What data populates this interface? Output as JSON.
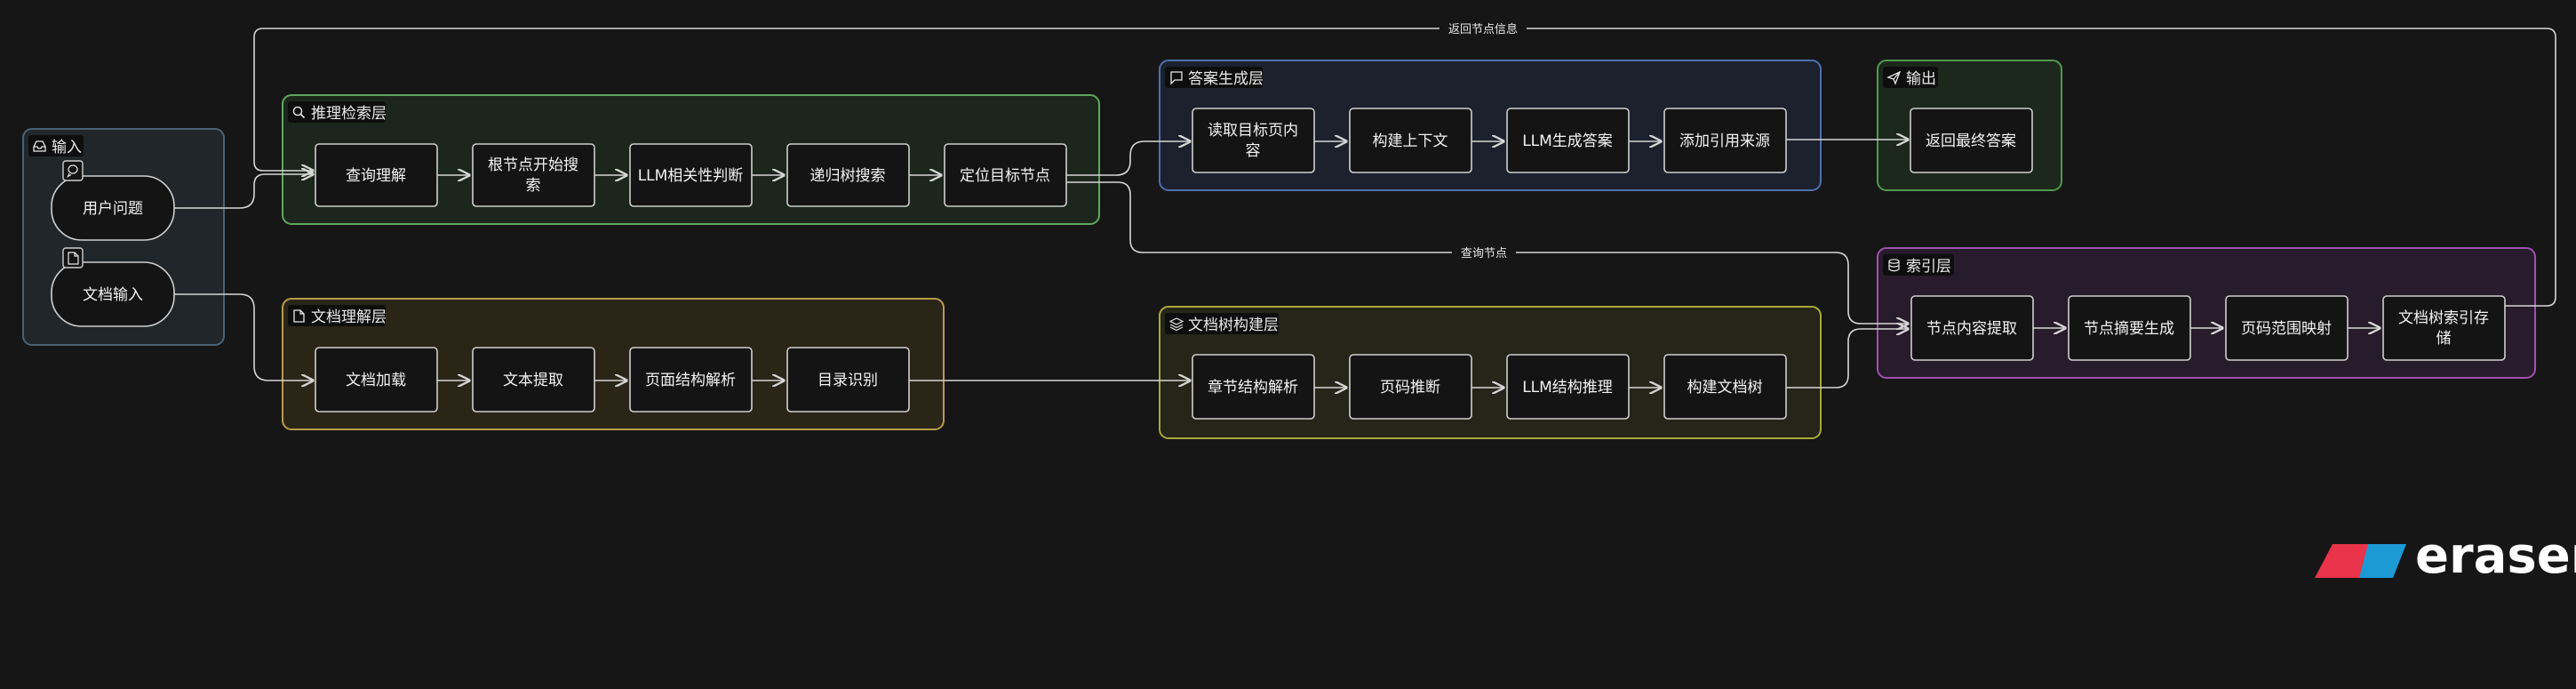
{
  "groups": {
    "input": {
      "title": "输入",
      "nodes": {
        "user_question": "用户问题",
        "doc_input": "文档输入"
      }
    },
    "reasoning": {
      "title": "推理检索层",
      "nodes": {
        "query_understand": "查询理解",
        "root_search": "根节点开始搜索",
        "llm_relevance": "LLM相关性判断",
        "recursive_search": "递归树搜索",
        "locate_node": "定位目标节点"
      }
    },
    "doc_understand": {
      "title": "文档理解层",
      "nodes": {
        "doc_load": "文档加载",
        "text_extract": "文本提取",
        "page_structure": "页面结构解析",
        "toc_detect": "目录识别"
      }
    },
    "answer_gen": {
      "title": "答案生成层",
      "nodes": {
        "read_page": "读取目标页内容",
        "build_context": "构建上下文",
        "llm_answer": "LLM生成答案",
        "add_citation": "添加引用来源"
      }
    },
    "output": {
      "title": "输出",
      "nodes": {
        "return_answer": "返回最终答案"
      }
    },
    "tree_build": {
      "title": "文档树构建层",
      "nodes": {
        "chapter_parse": "章节结构解析",
        "page_infer": "页码推断",
        "llm_structure": "LLM结构推理",
        "build_tree": "构建文档树"
      }
    },
    "index": {
      "title": "索引层",
      "nodes": {
        "node_extract": "节点内容提取",
        "node_summary": "节点摘要生成",
        "page_range": "页码范围映射",
        "tree_store": "文档树索引存储"
      }
    }
  },
  "edge_labels": {
    "return_info": "返回节点信息",
    "query_node": "查询节点"
  },
  "colors": {
    "input": "#4a6274",
    "reasoning": "#5ea85e",
    "doc_understand": "#b99a4a",
    "answer_gen": "#4f6fb0",
    "output": "#4f9a4f",
    "tree_build": "#a8a83a",
    "index": "#a050b0"
  },
  "icons": {
    "input": "inbox-icon",
    "reasoning": "search-icon",
    "doc_understand": "file-icon",
    "answer_gen": "message-icon",
    "output": "send-icon",
    "tree_build": "layers-icon",
    "index": "database-icon",
    "user_question": "chat-bubble-icon",
    "doc_input": "document-icon"
  },
  "logo": {
    "text": "eraser"
  }
}
